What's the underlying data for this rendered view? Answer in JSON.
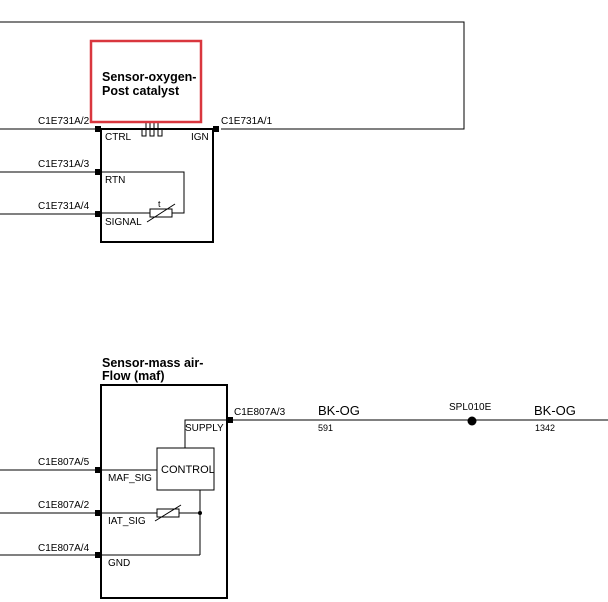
{
  "highlight_color": "#d9363e",
  "oxygen_sensor": {
    "title_line1": "Sensor-oxygen-",
    "title_line2": "Post catalyst",
    "pins": {
      "ctrl": "CTRL",
      "ign": "IGN",
      "rtn": "RTN",
      "signal": "SIGNAL"
    },
    "connectors": {
      "ctrl": "C1E731A/2",
      "ign": "C1E731A/1",
      "rtn": "C1E731A/3",
      "signal": "C1E731A/4"
    },
    "thermistor_label": "t"
  },
  "maf_sensor": {
    "title_line1": "Sensor-mass air-",
    "title_line2": "Flow (maf)",
    "control_label": "CONTROL",
    "pins": {
      "supply": "SUPPLY",
      "maf_sig": "MAF_SIG",
      "iat_sig": "IAT_SIG",
      "gnd": "GND"
    },
    "connectors": {
      "supply": "C1E807A/3",
      "maf_sig": "C1E807A/5",
      "iat_sig": "C1E807A/2",
      "gnd": "C1E807A/4"
    }
  },
  "supply_wire": {
    "segment1_color": "BK-OG",
    "segment1_number": "591",
    "splice": "SPL010E",
    "segment2_color": "BK-OG",
    "segment2_number": "1342"
  }
}
